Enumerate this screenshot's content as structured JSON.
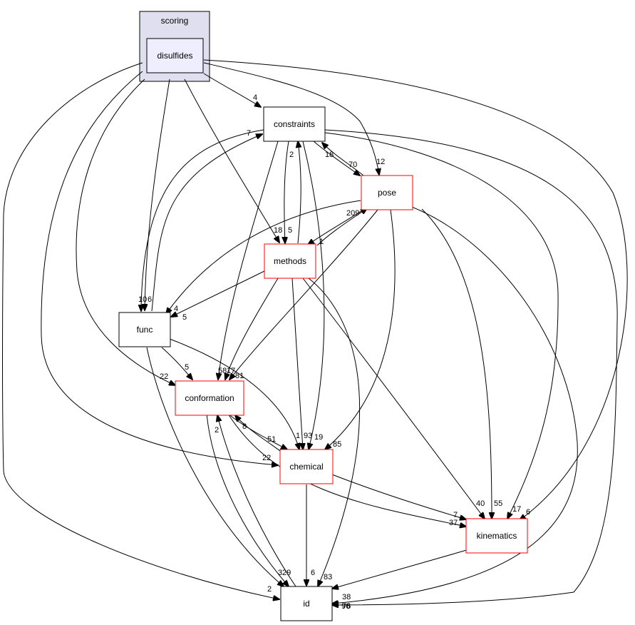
{
  "graph": {
    "cluster": {
      "label": "scoring"
    },
    "nodes": {
      "disulfides": {
        "label": "disulfides"
      },
      "constraints": {
        "label": "constraints"
      },
      "pose": {
        "label": "pose"
      },
      "methods": {
        "label": "methods"
      },
      "func": {
        "label": "func"
      },
      "conformation": {
        "label": "conformation"
      },
      "chemical": {
        "label": "chemical"
      },
      "kinematics": {
        "label": "kinematics"
      },
      "id": {
        "label": "id"
      }
    },
    "edge_labels": {
      "dis_constraints": "4",
      "dis_pose": "12",
      "dis_methods": "18",
      "func_constraints": "7",
      "meth_constraints": "2",
      "pose_constraints": "18",
      "constraints_pose": "70",
      "methods_pose": "209",
      "pose_methods": "1",
      "constraints_methods": "5",
      "func_in_a": "10",
      "func_in_b": "6",
      "pose_func": "4",
      "methods_func": "5",
      "conf_in_a": "22",
      "conf_in_b": "5",
      "conf_in_c": "58",
      "conf_in_d": "17",
      "conf_in_e": "81",
      "chemical_conf": "8",
      "chem_in_a": "51",
      "chem_in_b": "1",
      "chem_in_c": "93",
      "chem_in_d": "19",
      "chem_in_e": "85",
      "dis_chemical": "22",
      "conf_id": "2",
      "kin_in_a": "7",
      "kin_in_b": "37",
      "kin_in_c": "40",
      "kin_in_d": "55",
      "kin_in_e": "17",
      "kin_in_f": "6",
      "id_in_a": "3",
      "id_in_b": "29",
      "id_in_c": "6",
      "id_in_d": "83",
      "id_in_e": "2",
      "id_in_f": "38",
      "id_in_g": "76",
      "id_in_h": "96"
    },
    "colors": {
      "cluster_fill": "#dfdfef",
      "focus_fill": "#eeeeff",
      "red_border": "#ff0000",
      "edge": "#000000"
    }
  }
}
